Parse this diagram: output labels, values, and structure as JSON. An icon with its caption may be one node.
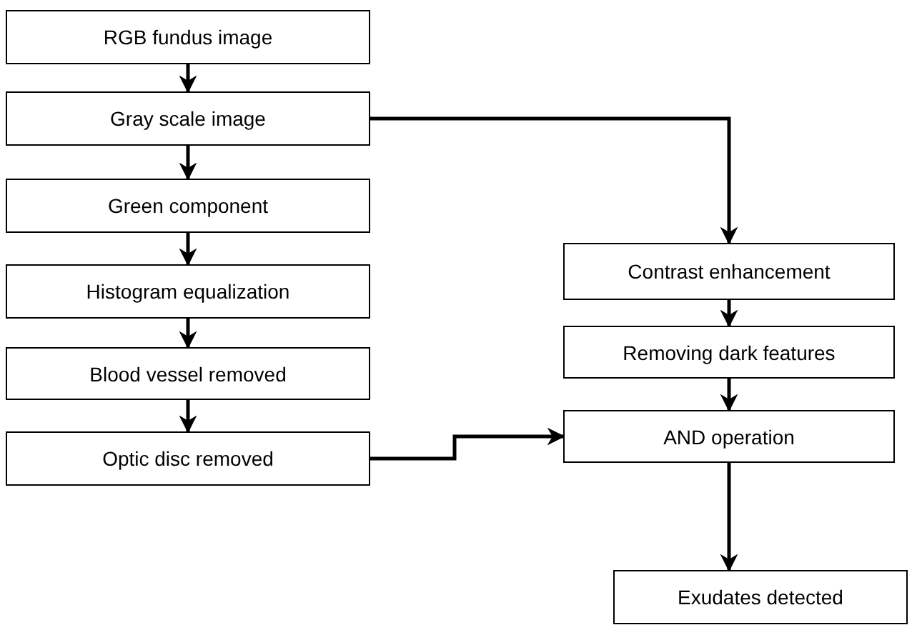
{
  "diagram": {
    "nodes": [
      {
        "text": [
          "RGB fundus image"
        ]
      },
      {
        "text": [
          "Gray scale image"
        ]
      },
      {
        "text": [
          "Green component"
        ]
      },
      {
        "text": [
          "Histogram equalization"
        ]
      },
      {
        "text": [
          "Blood vessel removed"
        ]
      },
      {
        "text": [
          "Optic disc removed"
        ]
      },
      {
        "text": [
          "Contrast enhancement"
        ]
      },
      {
        "text": [
          "Removing dark features"
        ]
      },
      {
        "text": [
          "AND operation"
        ]
      },
      {
        "text": [
          "Exudates detected"
        ]
      }
    ],
    "edges": [
      {
        "from": 0,
        "to": 1,
        "arrow": "to"
      },
      {
        "from": 1,
        "to": 2,
        "arrow": "to"
      },
      {
        "from": 2,
        "to": 3,
        "arrow": "to"
      },
      {
        "from": 3,
        "to": 4,
        "arrow": "to"
      },
      {
        "from": 4,
        "to": 5,
        "arrow": "to"
      },
      {
        "from": 1,
        "to": 6,
        "arrow": "to"
      },
      {
        "from": 6,
        "to": 7,
        "arrow": "to"
      },
      {
        "from": 7,
        "to": 8,
        "arrow": "to"
      },
      {
        "from": 5,
        "to": 8,
        "arrow": "to"
      },
      {
        "from": 8,
        "to": 9,
        "arrow": "to"
      }
    ]
  }
}
